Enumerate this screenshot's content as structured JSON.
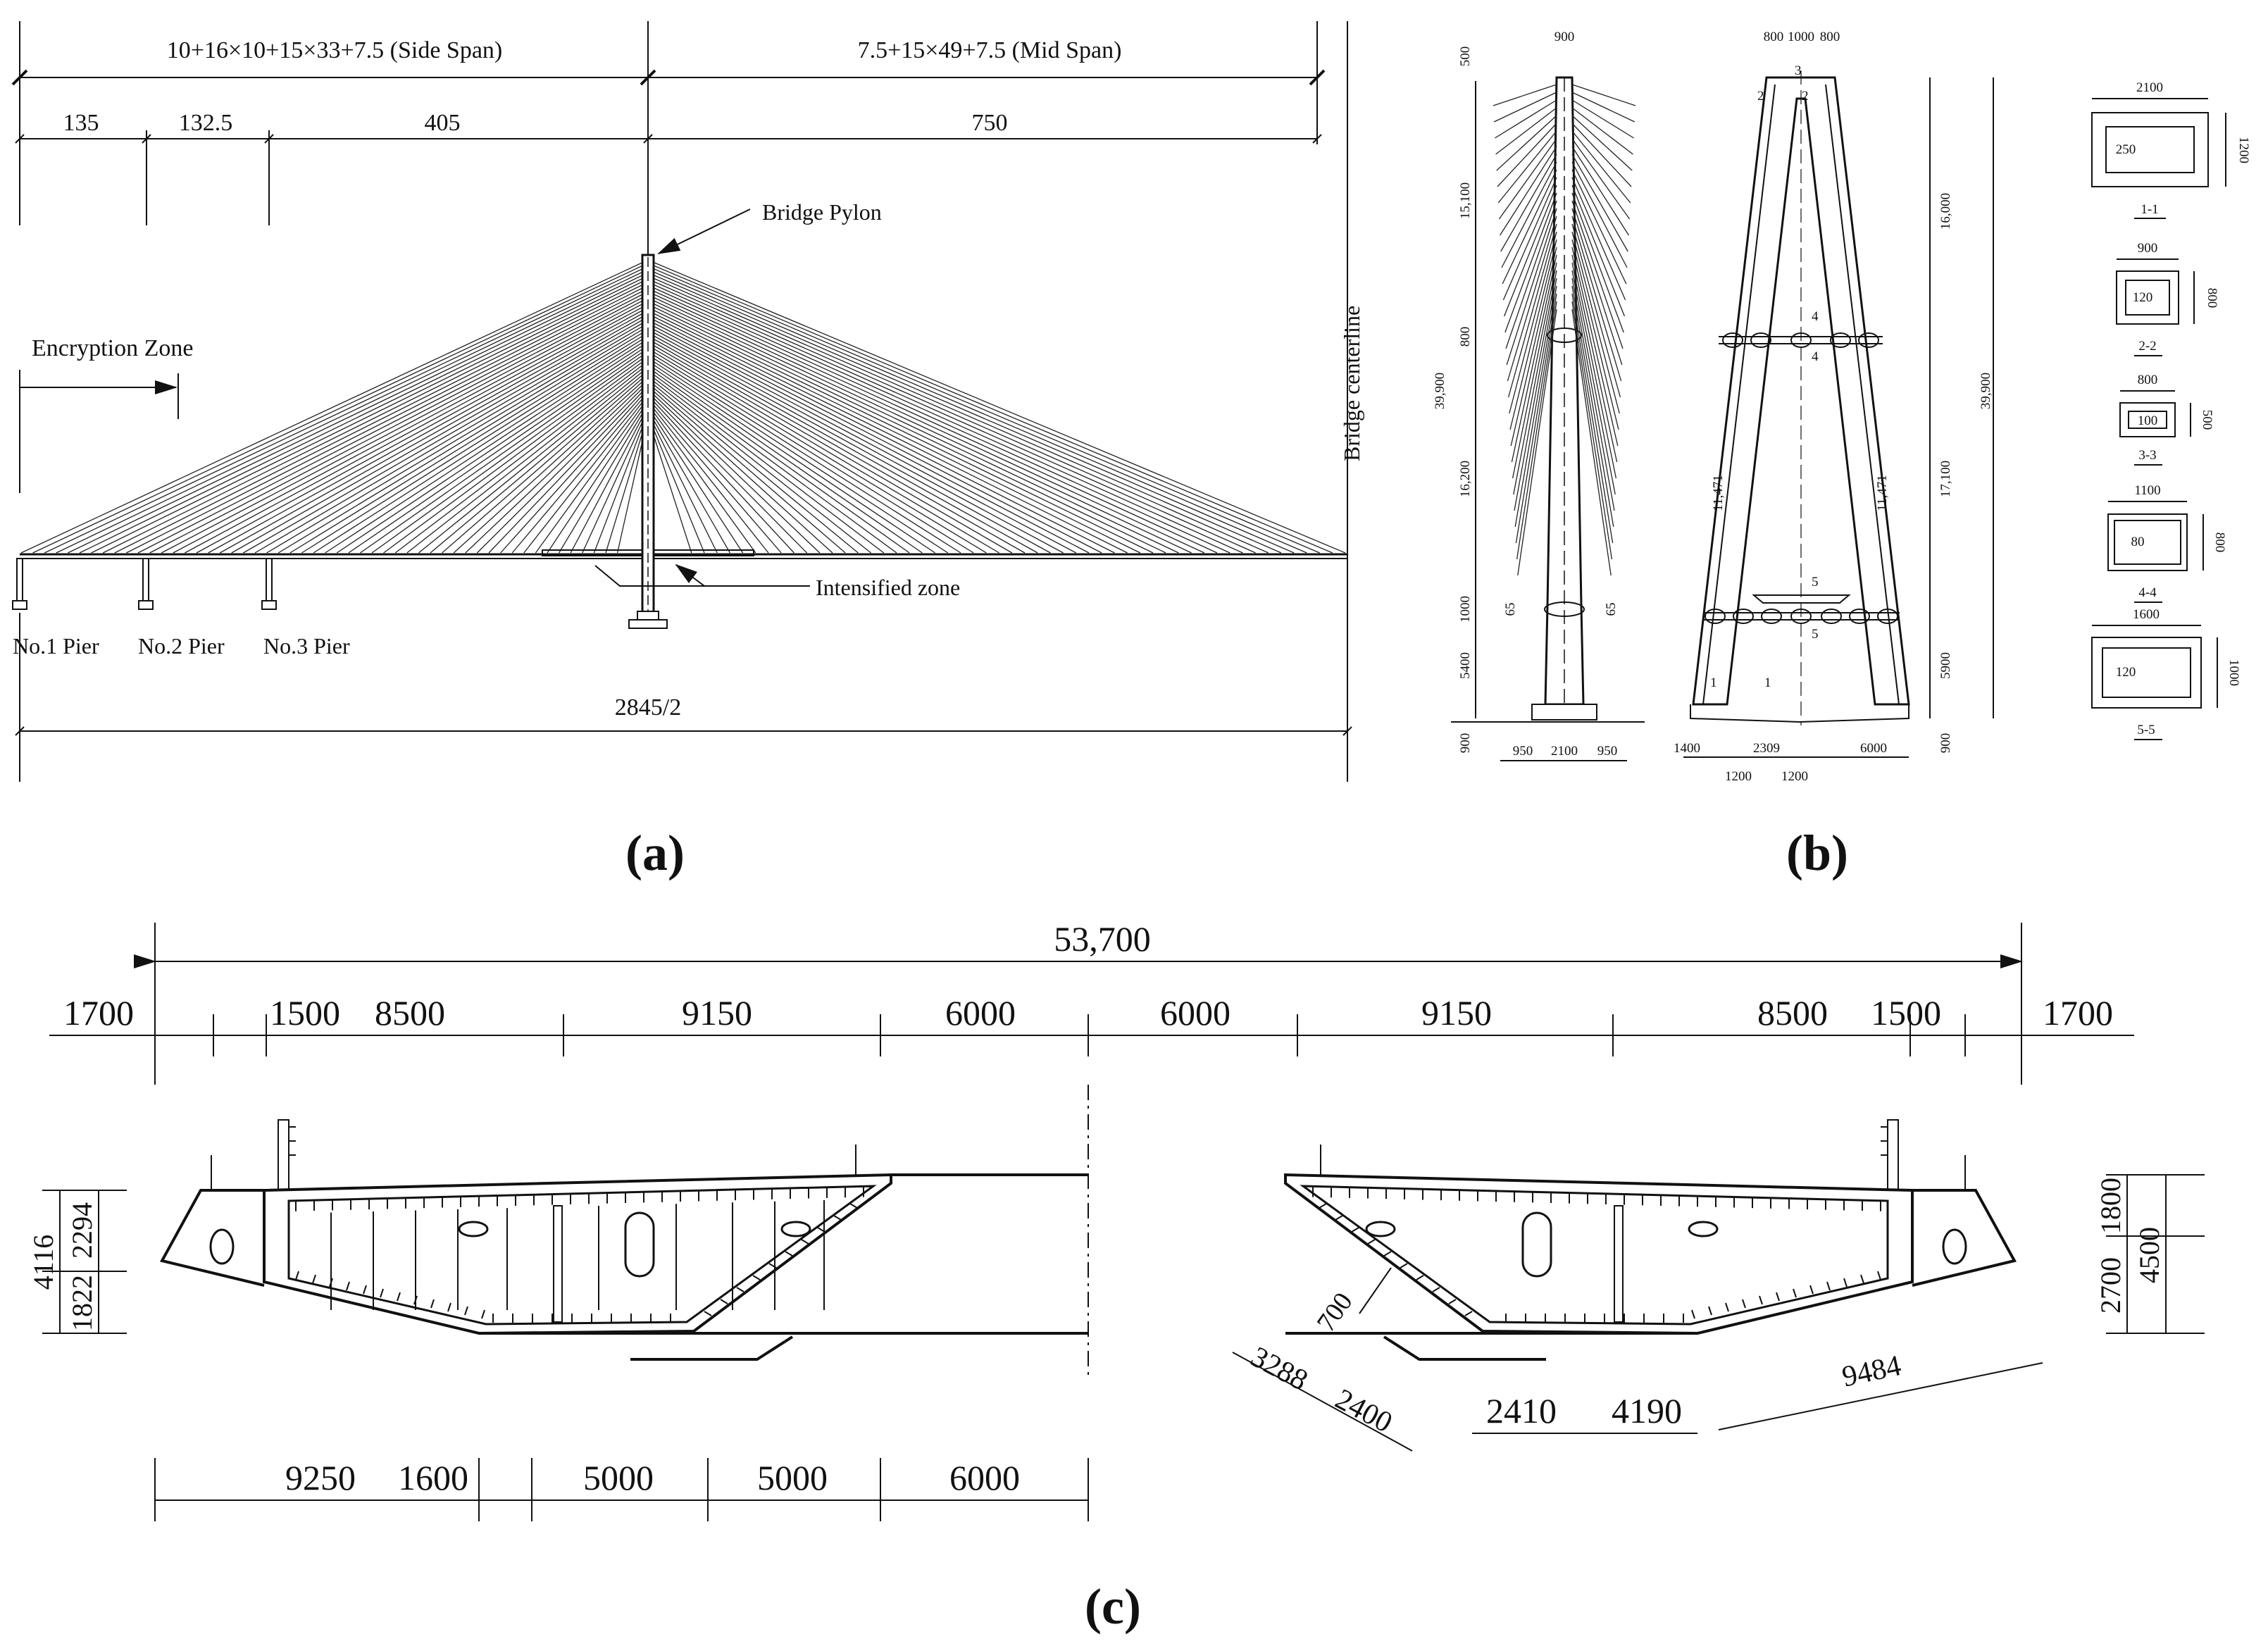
{
  "panel_a": {
    "label": "(a)",
    "top_dims": {
      "side": "10+16×10+15×33+7.5 (Side Span)",
      "mid": "7.5+15×49+7.5  (Mid Span)"
    },
    "span_dims": [
      "135",
      "132.5",
      "405",
      "750"
    ],
    "pylon_label": "Bridge Pylon",
    "encryption_label": "Encryption Zone",
    "centerline_label": "Bridge centerline",
    "intensified_label": "Intensified zone",
    "piers": [
      "No.1 Pier",
      "No.2 Pier",
      "No.3 Pier"
    ],
    "total_dim": "2845/2"
  },
  "panel_b": {
    "label": "(b)",
    "side_view": {
      "top_width": "900",
      "heights": [
        "500",
        "15,100",
        "800",
        "16,200",
        "1000",
        "5400",
        "900"
      ],
      "total_height": "39,900",
      "cable_angle": "65",
      "base_dims": [
        "950",
        "2100",
        "950"
      ]
    },
    "front_view": {
      "top_dims": [
        "800",
        "1000",
        "800"
      ],
      "section_marks": [
        "1",
        "2",
        "3",
        "4",
        "5"
      ],
      "leg_length": "11,471",
      "heights": [
        "16,000",
        "17,100",
        "5900",
        "900"
      ],
      "total_height": "39,900",
      "base_dims": [
        "1400",
        "2309",
        "6000",
        "1200",
        "1200"
      ]
    },
    "sections": [
      {
        "name": "1-1",
        "w": "2100",
        "h": "1200",
        "t": "250"
      },
      {
        "name": "2-2",
        "w": "900",
        "h": "800",
        "t": "120"
      },
      {
        "name": "3-3",
        "w": "800",
        "h": "500",
        "t": "100"
      },
      {
        "name": "4-4",
        "w": "1100",
        "h": "800",
        "t": "80"
      },
      {
        "name": "5-5",
        "w": "1600",
        "h": "1000",
        "t": "120"
      }
    ]
  },
  "panel_c": {
    "label": "(c)",
    "total": "53,700",
    "top_dims": [
      "1700",
      "1500",
      "8500",
      "9150",
      "6000",
      "6000",
      "9150",
      "8500",
      "1500",
      "1700"
    ],
    "left_heights": [
      "4116",
      "2294",
      "1822"
    ],
    "right_heights": [
      "1800",
      "4500",
      "2700"
    ],
    "bottom_dims": [
      "9250",
      "1600",
      "5000",
      "5000",
      "6000"
    ],
    "right_bottom_dims": [
      "3288",
      "2400",
      "2410",
      "4190",
      "9484",
      "700"
    ]
  }
}
